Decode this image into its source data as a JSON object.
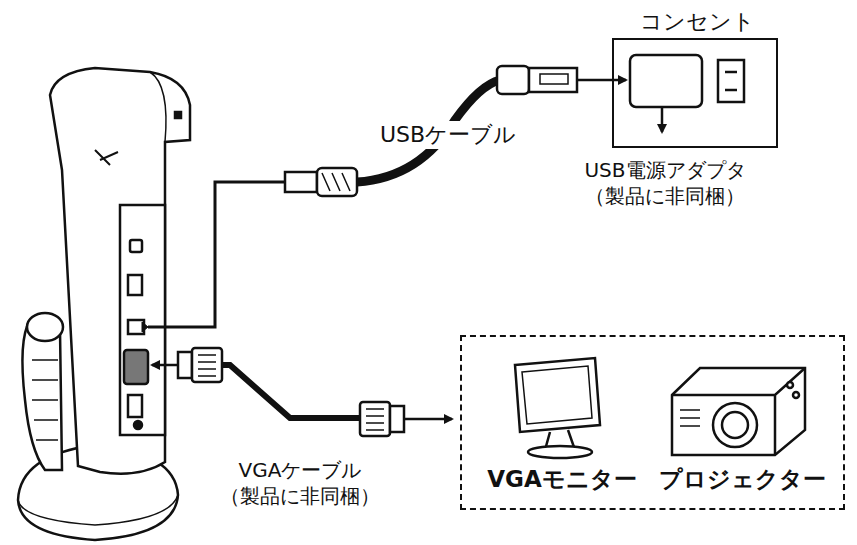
{
  "diagram": {
    "nodes": [
      {
        "text": [
          "コンセント"
        ]
      },
      {
        "text": [
          "VGAモニター",
          "プロジェクター"
        ]
      }
    ],
    "labels": [
      "USBケーブル",
      "USB電源アダプタ （製品に非同梱）",
      "VGAケーブル （製品に非同梱）"
    ]
  }
}
